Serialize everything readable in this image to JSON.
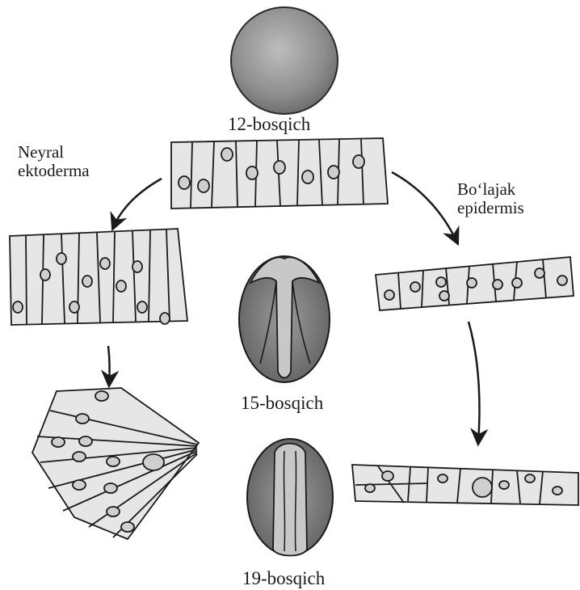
{
  "stages": {
    "stage12": "12-bosqich",
    "stage15": "15-bosqich",
    "stage19": "19-bosqich"
  },
  "pathways": {
    "neural_line1": "Neyral",
    "neural_line2": "ektoderma",
    "epidermis_line1": "Bo‘lajak",
    "epidermis_line2": "epidermis"
  },
  "colors": {
    "ink": "#1a1a1a",
    "cell_fill": "#e6e6e6",
    "embryo_fill": "#9a9a9a",
    "fold_fill": "#c8c8c8"
  }
}
